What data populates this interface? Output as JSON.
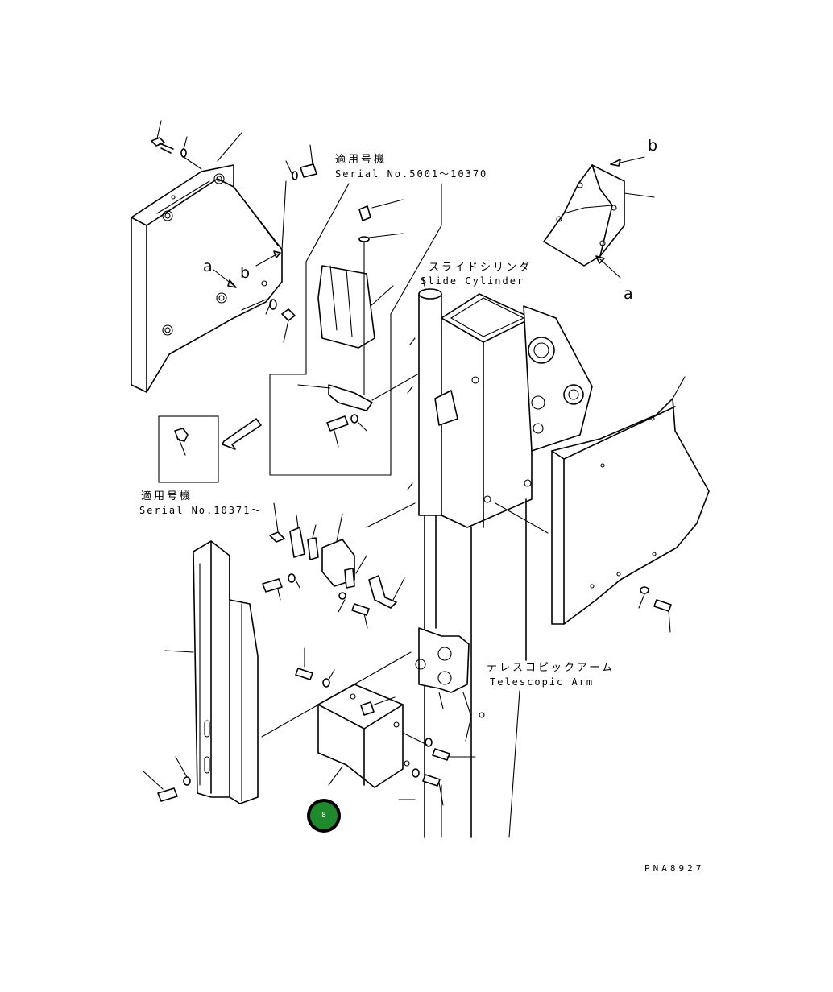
{
  "labels": {
    "applicable_1_jp": "適用号機",
    "applicable_1_en": "Serial No.5001〜10370",
    "applicable_2_jp": "適用号機",
    "applicable_2_en": "Serial No.10371〜",
    "slide_cylinder_jp": "スライドシリンダ",
    "slide_cylinder_en": "Slide Cylinder",
    "telescopic_arm_jp": "テレスコピックアーム",
    "telescopic_arm_en": "Telescopic Arm",
    "ref_a_left": "a",
    "ref_b_left": "b",
    "ref_a_right": "a",
    "ref_b_right": "b",
    "drawing_code": "PNA8927"
  },
  "callout": {
    "number": "8",
    "color": "#1e8a2c"
  }
}
